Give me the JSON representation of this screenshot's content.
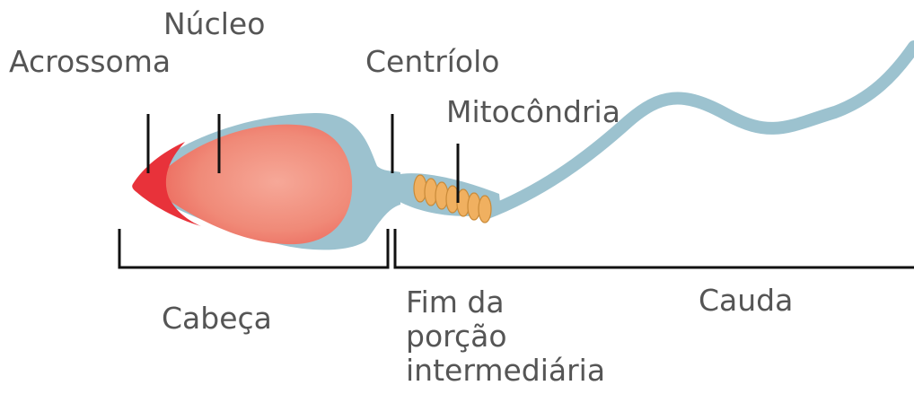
{
  "labels": {
    "acrossoma": "Acrossoma",
    "nucleo": "Núcleo",
    "centriolo": "Centríolo",
    "mitocondria": "Mitocôndria",
    "cabeca": "Cabeça",
    "fim_porcao": [
      "Fim da",
      "porção",
      "intermediária"
    ],
    "cauda": "Cauda"
  },
  "colors": {
    "text": "#555555",
    "lines": "#111111",
    "body_blue": "#9cc2cf",
    "acrosome_red": "#e8323a",
    "nucleus_pink": "#f28878",
    "mitochondria_orange": "#f0b060"
  }
}
